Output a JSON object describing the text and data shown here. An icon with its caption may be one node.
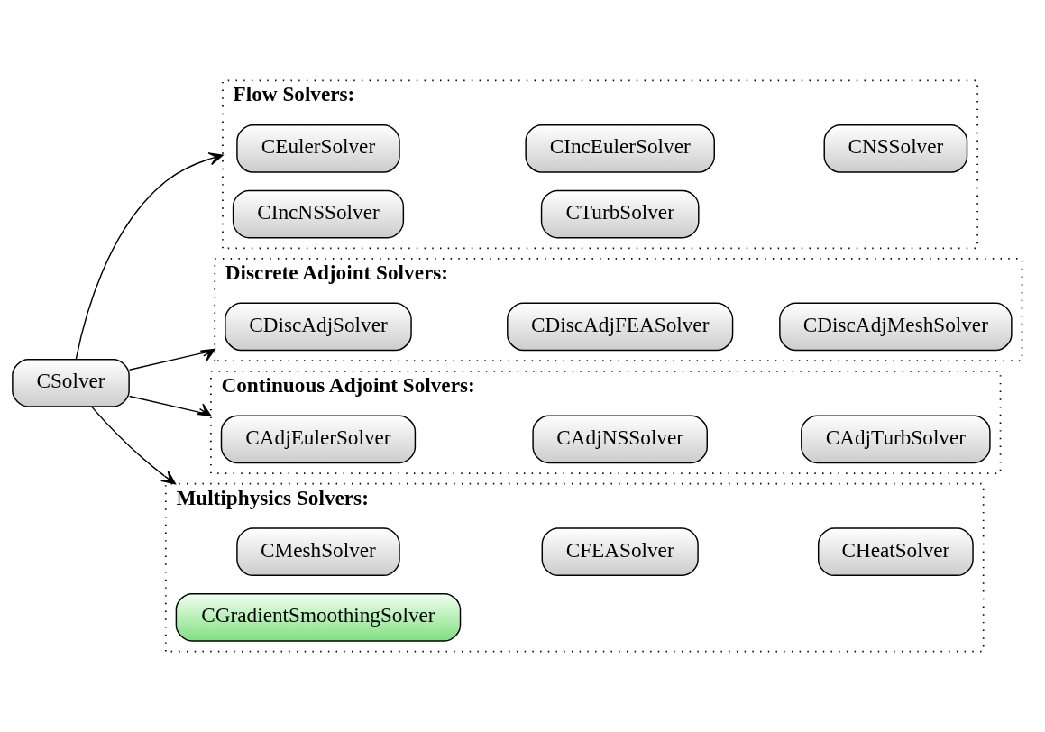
{
  "diagram": {
    "nodes": [
      {
        "text": [
          "CSolver"
        ]
      },
      {
        "text": [
          "Flow Solvers:"
        ]
      },
      {
        "text": [
          "CEulerSolver"
        ],
        "in": 1
      },
      {
        "text": [
          "CIncEulerSolver"
        ],
        "in": 1
      },
      {
        "text": [
          "CNSSolver"
        ],
        "in": 1
      },
      {
        "text": [
          "CIncNSSolver"
        ],
        "in": 1
      },
      {
        "text": [
          "CTurbSolver"
        ],
        "in": 1
      },
      {
        "text": [
          "Discrete Adjoint Solvers:"
        ]
      },
      {
        "text": [
          "CDiscAdjSolver"
        ],
        "in": 7
      },
      {
        "text": [
          "CDiscAdjFEASolver"
        ],
        "in": 7
      },
      {
        "text": [
          "CDiscAdjMeshSolver"
        ],
        "in": 7
      },
      {
        "text": [
          "Continuous Adjoint Solvers:"
        ]
      },
      {
        "text": [
          "CAdjEulerSolver"
        ],
        "in": 11
      },
      {
        "text": [
          "CAdjNSSolver"
        ],
        "in": 11
      },
      {
        "text": [
          "CAdjTurbSolver"
        ],
        "in": 11
      },
      {
        "text": [
          "Multiphysics Solvers:"
        ]
      },
      {
        "text": [
          "CMeshSolver"
        ],
        "in": 15
      },
      {
        "text": [
          "CFEASolver"
        ],
        "in": 15
      },
      {
        "text": [
          "CHeatSolver"
        ],
        "in": 15
      },
      {
        "text": [
          "CGradientSmoothingSolver"
        ],
        "in": 15
      }
    ],
    "edges": [
      {
        "from": 0,
        "to": 1,
        "arrow": "to"
      },
      {
        "from": 0,
        "to": 7,
        "arrow": "to"
      },
      {
        "from": 0,
        "to": 11,
        "arrow": "to"
      },
      {
        "from": 0,
        "to": 15,
        "arrow": "to"
      }
    ]
  }
}
